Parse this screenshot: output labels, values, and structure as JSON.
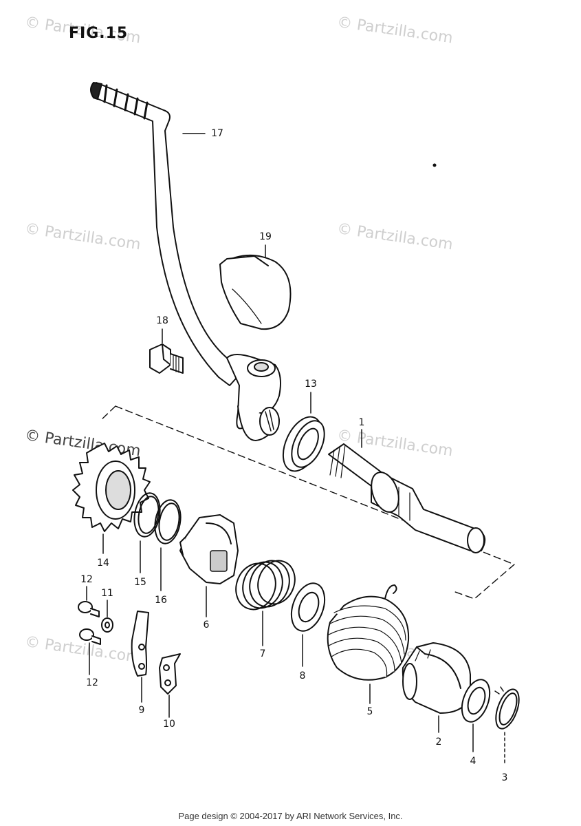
{
  "figure": {
    "title": "FIG.15"
  },
  "watermark": {
    "text": "© Partzilla.com"
  },
  "footer": {
    "text": "Page design © 2004-2017 by ARI Network Services, Inc."
  },
  "callouts": {
    "p1": "1",
    "p2": "2",
    "p3": "3",
    "p4": "4",
    "p5": "5",
    "p6": "6",
    "p7": "7",
    "p8": "8",
    "p9": "9",
    "p10": "10",
    "p11": "11",
    "p12a": "12",
    "p12b": "12",
    "p13": "13",
    "p14": "14",
    "p15": "15",
    "p16": "16",
    "p17": "17",
    "p18": "18",
    "p19": "19"
  }
}
